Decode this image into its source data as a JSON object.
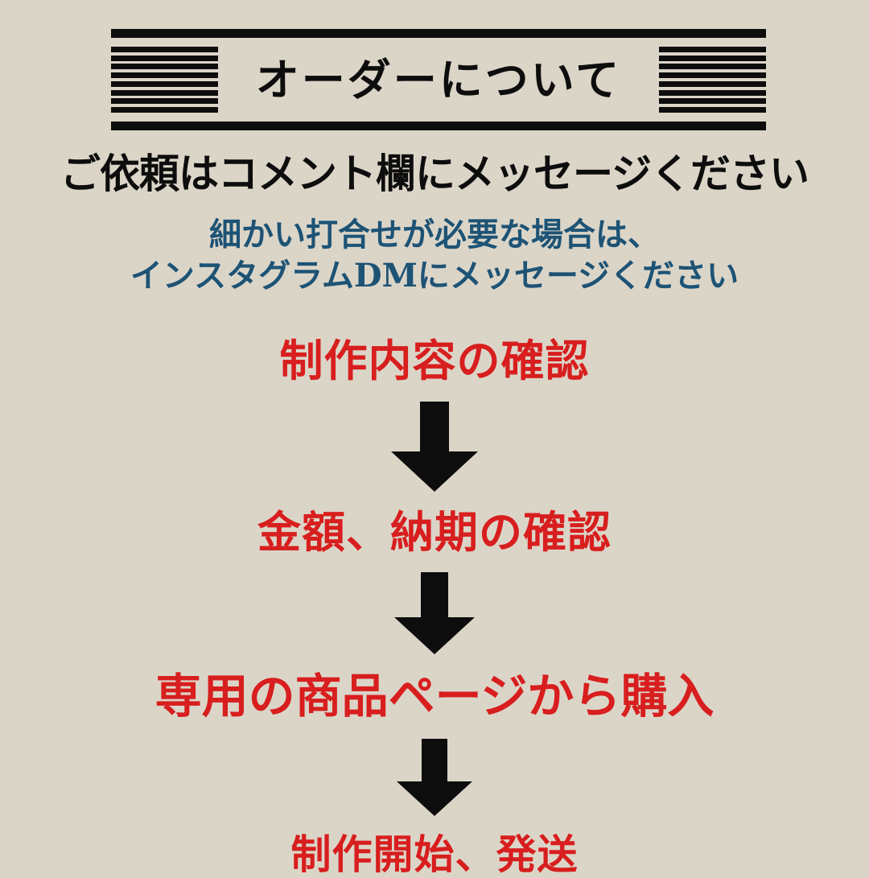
{
  "background_color": "#dbd5c8",
  "colors": {
    "ink": "#0d0d0d",
    "accent_red": "#d81e1e",
    "accent_blue": "#1d5375",
    "paper": "#dbd5c8"
  },
  "banner": {
    "title": "オーダーについて",
    "stripe_count": 8
  },
  "headline": {
    "text": "ご依頼はコメント欄にメッセージください"
  },
  "subnote": {
    "line1": "細かい打合せが必要な場合は、",
    "line2": "インスタグラムDMにメッセージください"
  },
  "flow": {
    "steps": [
      {
        "label": "制作内容の確認"
      },
      {
        "label": "金額、納期の確認"
      },
      {
        "label": "専用の商品ページから購入"
      },
      {
        "label": "制作開始、発送"
      }
    ],
    "arrows": [
      {
        "name": "down-arrow-icon",
        "width": 108,
        "height": 112
      },
      {
        "name": "down-arrow-icon",
        "width": 100,
        "height": 102
      },
      {
        "name": "down-arrow-icon",
        "width": 94,
        "height": 96
      }
    ]
  }
}
